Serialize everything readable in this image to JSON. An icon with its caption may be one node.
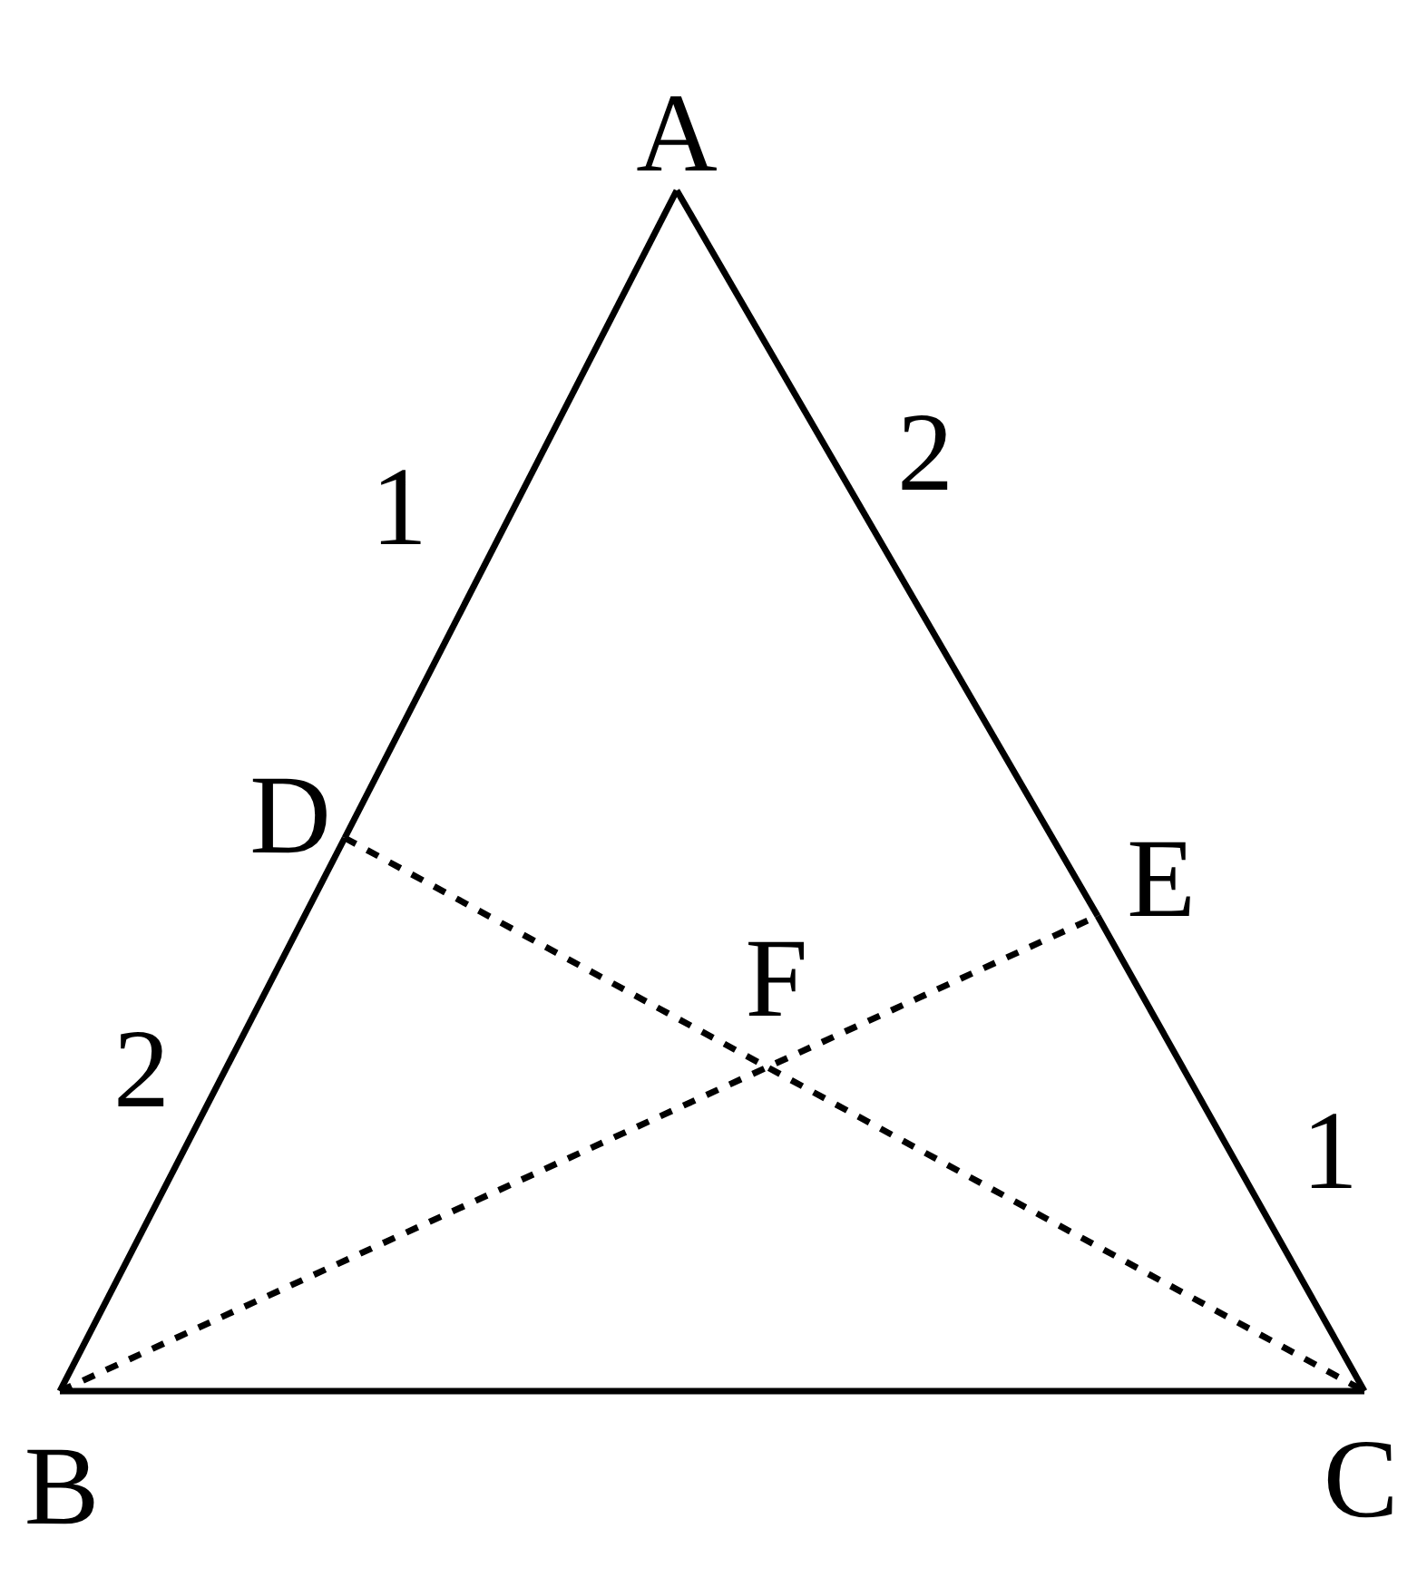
{
  "diagram": {
    "nodes": [
      {
        "text": [
          "A"
        ]
      },
      {
        "text": [
          "B"
        ]
      },
      {
        "text": [
          "C"
        ]
      },
      {
        "text": [
          "D"
        ]
      },
      {
        "text": [
          "E"
        ]
      }
    ],
    "edges": [
      {
        "from": 0,
        "to": 3,
        "arrow": "none",
        "label": "1"
      },
      {
        "from": 3,
        "to": 1,
        "arrow": "none",
        "label": "2"
      },
      {
        "from": 0,
        "to": 4,
        "arrow": "none",
        "label": "2"
      },
      {
        "from": 4,
        "to": 2,
        "arrow": "none",
        "label": "1"
      },
      {
        "from": 1,
        "to": 2,
        "arrow": "none"
      },
      {
        "from": 3,
        "to": 2,
        "arrow": "none",
        "style": "dashed"
      },
      {
        "from": 1,
        "to": 4,
        "arrow": "none",
        "style": "dashed"
      }
    ],
    "labels": [
      "F"
    ]
  }
}
